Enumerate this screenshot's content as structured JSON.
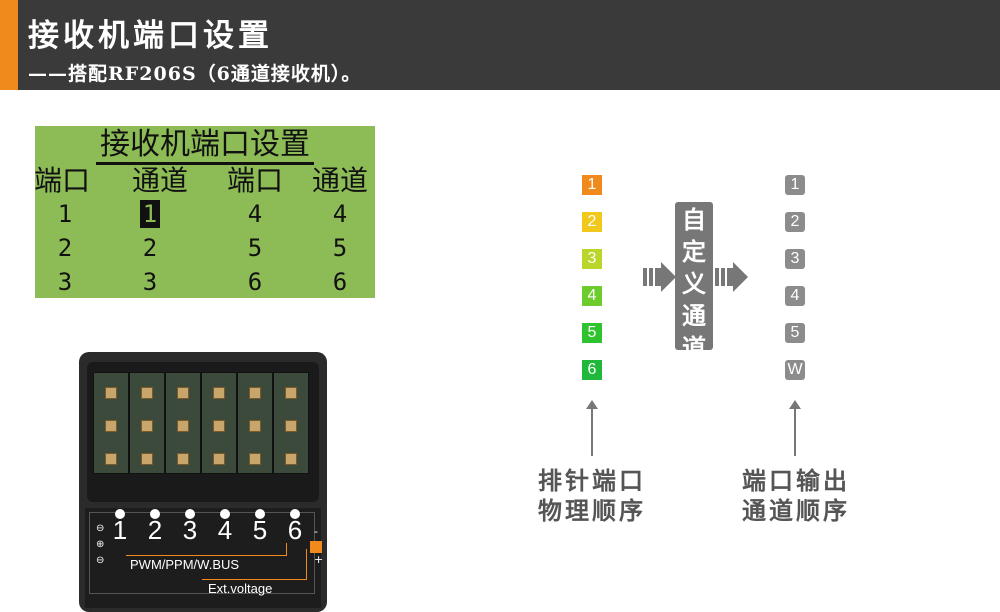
{
  "header": {
    "title": "接收机端口设置",
    "subtitle": "——搭配RF206S（6通道接收机）。"
  },
  "lcd": {
    "title": "接收机端口设置",
    "headers": [
      "端口",
      "通道",
      "端口",
      "通道"
    ],
    "rows": [
      [
        "1",
        "1",
        "4",
        "4"
      ],
      [
        "2",
        "2",
        "5",
        "5"
      ],
      [
        "3",
        "3",
        "6",
        "6"
      ]
    ],
    "selected": "row0-col1"
  },
  "receiver": {
    "port_numbers": [
      "1",
      "2",
      "3",
      "4",
      "5",
      "6"
    ],
    "symbols": [
      "⊖",
      "⊕",
      "⊖"
    ],
    "signal_label": "PWM/PPM/W.BUS",
    "ext_label": "Ext.voltage",
    "minus": "-",
    "plus": "+"
  },
  "diagram": {
    "input_ports": [
      {
        "label": "1",
        "color": "#f08a1c"
      },
      {
        "label": "2",
        "color": "#f1c81c"
      },
      {
        "label": "3",
        "color": "#b9d62a"
      },
      {
        "label": "4",
        "color": "#6ccc2c"
      },
      {
        "label": "5",
        "color": "#2fc42f"
      },
      {
        "label": "6",
        "color": "#20b83a"
      }
    ],
    "custom_channel": "自定义通道",
    "output_channels": [
      "1",
      "2",
      "3",
      "4",
      "5",
      "W"
    ],
    "output_color": "#8c8c8c",
    "left_caption_line1": "排针端口",
    "left_caption_line2": "物理顺序",
    "right_caption_line1": "端口输出",
    "right_caption_line2": "通道顺序"
  }
}
